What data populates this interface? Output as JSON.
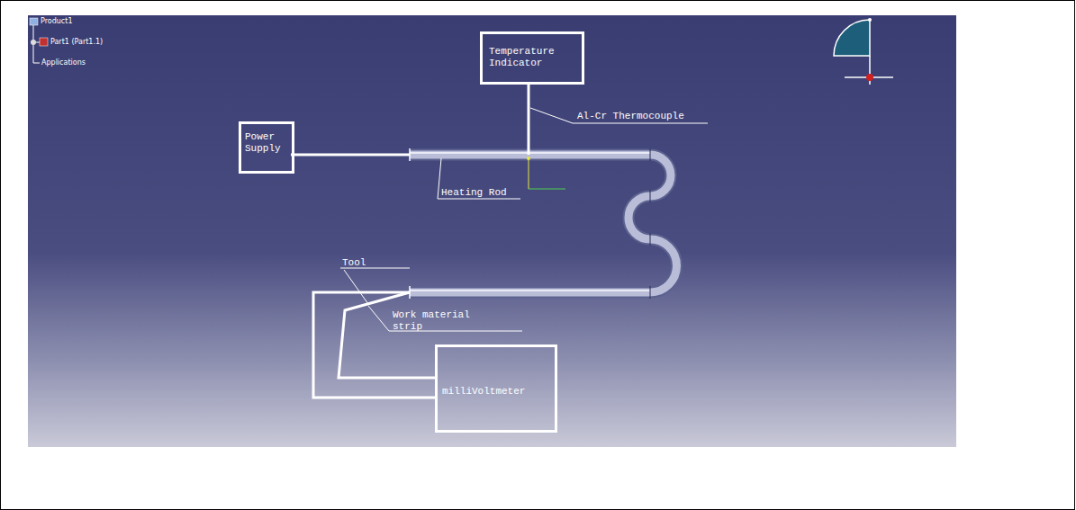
{
  "diagram": {
    "nodes": [
      {
        "text": [
          "Temperature Indicator"
        ]
      },
      {
        "text": [
          "Power Supply"
        ]
      },
      {
        "text": [
          "milliVoltmeter"
        ]
      }
    ],
    "labels": [
      "Product1",
      "Part1 (Part1.1)",
      "Applications",
      "Al-Cr Thermocouple",
      "Heating Rod",
      "Tool",
      "Work material strip"
    ]
  }
}
